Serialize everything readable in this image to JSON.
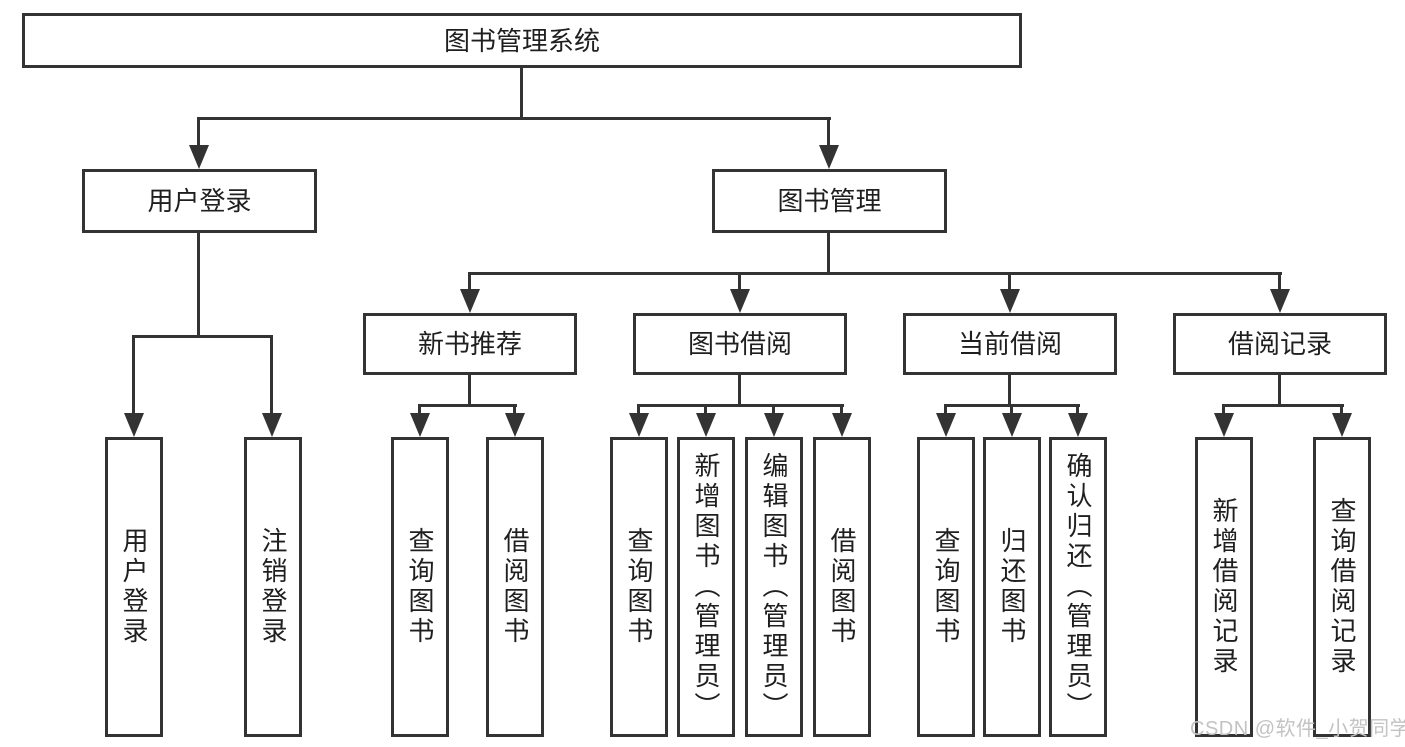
{
  "diagram": {
    "root": {
      "label": "图书管理系统"
    },
    "level2": [
      {
        "label": "用户登录"
      },
      {
        "label": "图书管理"
      }
    ],
    "level3": [
      {
        "label": "新书推荐"
      },
      {
        "label": "图书借阅"
      },
      {
        "label": "当前借阅"
      },
      {
        "label": "借阅记录"
      }
    ],
    "leaves": {
      "user": [
        "用户登录",
        "注销登录"
      ],
      "recommend": [
        "查询图书",
        "借阅图书"
      ],
      "borrow": [
        "查询图书",
        "新增图书（管理员）",
        "编辑图书（管理员）",
        "借阅图书"
      ],
      "current": [
        "查询图书",
        "归还图书",
        "确认归还（管理员）"
      ],
      "records": [
        "新增借阅记录",
        "查询借阅记录"
      ]
    }
  },
  "watermark": {
    "text": "CSDN @软件_小贺同学"
  },
  "colors": {
    "line": "#333333",
    "box_border": "#333333",
    "text": "#1f1f1f",
    "watermark": "#c3c3c3",
    "background": "#ffffff"
  }
}
